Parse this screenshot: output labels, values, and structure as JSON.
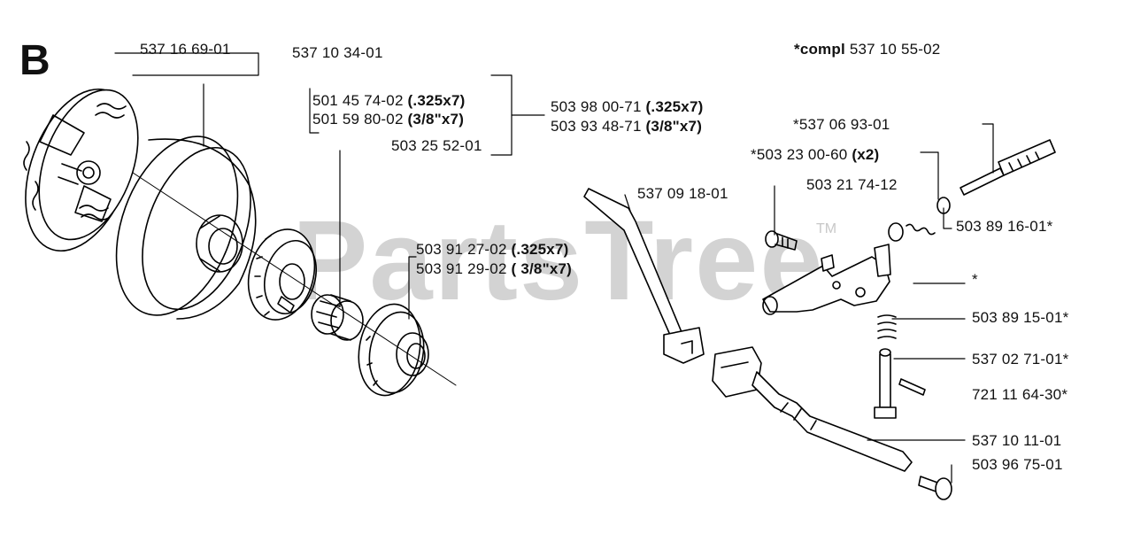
{
  "diagram": {
    "section_letter": "B",
    "watermark": "PartsTree",
    "watermark_mark": "TM",
    "parts": [
      {
        "id": "p1",
        "number": "537 16 69-01",
        "note": ""
      },
      {
        "id": "p2",
        "number": "537 10 34-01",
        "note": ""
      },
      {
        "id": "p3",
        "number": "501 45 74-02",
        "note": "(.325x7)"
      },
      {
        "id": "p4",
        "number": "501 59 80-02",
        "note": "(3/8\"x7)"
      },
      {
        "id": "p5",
        "number": "503 25 52-01",
        "note": ""
      },
      {
        "id": "p6",
        "number": "503 98 00-71",
        "note": "(.325x7)"
      },
      {
        "id": "p7",
        "number": "503 93 48-71",
        "note": "(3/8\"x7)"
      },
      {
        "id": "p8",
        "number": "503 91 27-02",
        "note": "(.325x7)"
      },
      {
        "id": "p9",
        "number": "503 91 29-02",
        "note": "( 3/8\"x7)"
      },
      {
        "id": "p10",
        "prefix": "*compl",
        "number": "537 10 55-02",
        "note": ""
      },
      {
        "id": "p11",
        "number": "*537 06 93-01",
        "note": ""
      },
      {
        "id": "p12",
        "number": "*503 23 00-60",
        "note": "(x2)"
      },
      {
        "id": "p13",
        "number": "503 21 74-12",
        "note": ""
      },
      {
        "id": "p14",
        "number": "537 09 18-01",
        "note": ""
      },
      {
        "id": "p15",
        "number": "503 89 16-01*",
        "note": ""
      },
      {
        "id": "p16",
        "number": "*",
        "note": ""
      },
      {
        "id": "p17",
        "number": "503 89 15-01*",
        "note": ""
      },
      {
        "id": "p18",
        "number": "537 02 71-01*",
        "note": ""
      },
      {
        "id": "p19",
        "number": "721 11 64-30*",
        "note": ""
      },
      {
        "id": "p20",
        "number": "537 10 11-01",
        "note": ""
      },
      {
        "id": "p21",
        "number": "503 96 75-01",
        "note": ""
      }
    ]
  }
}
